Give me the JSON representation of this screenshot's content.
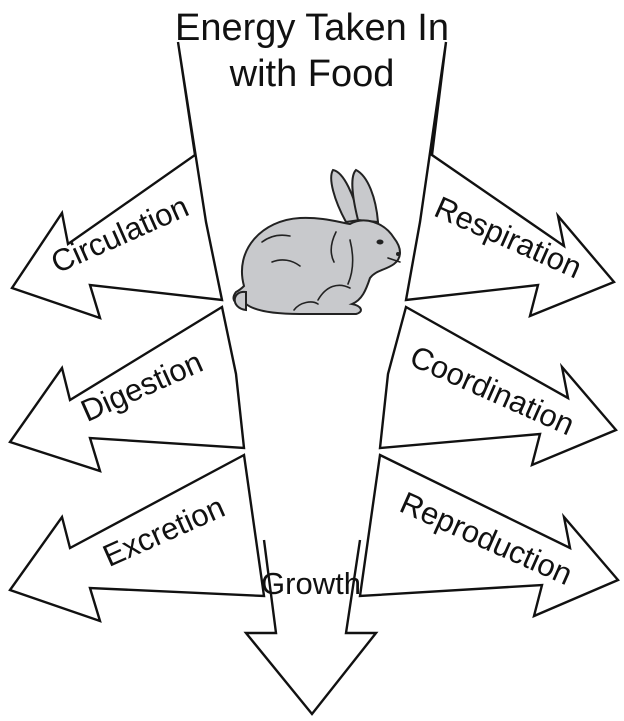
{
  "title": {
    "line1": "Energy Taken In",
    "line2": "with Food"
  },
  "labels": {
    "circulation": "Circulation",
    "digestion": "Digestion",
    "excretion": "Excretion",
    "respiration": "Respiration",
    "coordination": "Coordination",
    "reproduction": "Reproduction",
    "growth": "Growth"
  }
}
